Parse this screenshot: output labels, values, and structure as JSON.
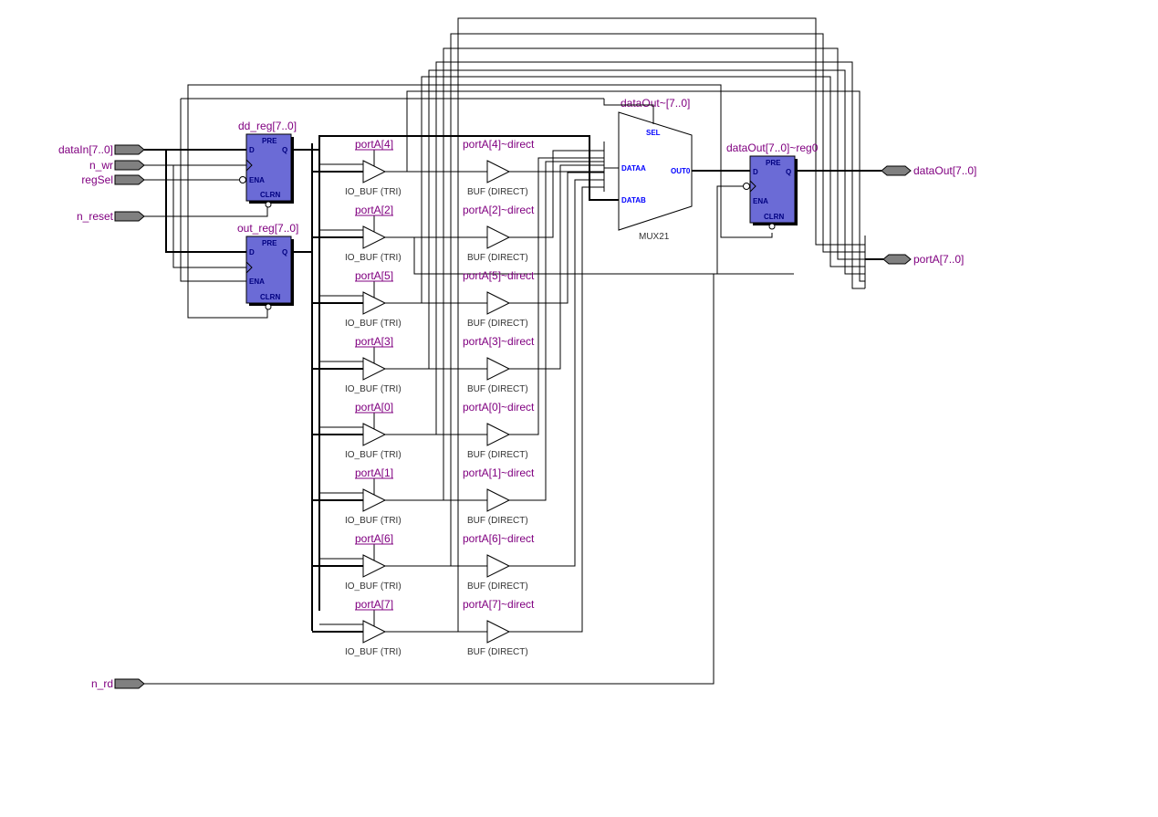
{
  "inputs": {
    "dataIn": "dataIn[7..0]",
    "n_wr": "n_wr",
    "regSel": "regSel",
    "n_reset": "n_reset",
    "n_rd": "n_rd"
  },
  "outputs": {
    "dataOut": "dataOut[7..0]",
    "portA": "portA[7..0]"
  },
  "registers": {
    "dd_reg": {
      "name": "dd_reg[7..0]",
      "pins": {
        "pre": "PRE",
        "d": "D",
        "q": "Q",
        "ena": "ENA",
        "clrn": "CLRN"
      }
    },
    "out_reg": {
      "name": "out_reg[7..0]",
      "pins": {
        "pre": "PRE",
        "d": "D",
        "q": "Q",
        "ena": "ENA",
        "clrn": "CLRN"
      }
    },
    "dataOut_reg": {
      "name": "dataOut[7..0]~reg0",
      "pins": {
        "pre": "PRE",
        "d": "D",
        "q": "Q",
        "ena": "ENA",
        "clrn": "CLRN"
      }
    }
  },
  "mux": {
    "instance": "dataOut~[7..0]",
    "type": "MUX21",
    "pins": {
      "sel": "SEL",
      "dataa": "DATAA",
      "datab": "DATAB",
      "out": "OUT0"
    }
  },
  "io_buffers": [
    {
      "name": "portA[4]",
      "type": "IO_BUF (TRI)",
      "direct_name": "portA[4]~direct",
      "direct_type": "BUF (DIRECT)"
    },
    {
      "name": "portA[2]",
      "type": "IO_BUF (TRI)",
      "direct_name": "portA[2]~direct",
      "direct_type": "BUF (DIRECT)"
    },
    {
      "name": "portA[5]",
      "type": "IO_BUF (TRI)",
      "direct_name": "portA[5]~direct",
      "direct_type": "BUF (DIRECT)"
    },
    {
      "name": "portA[3]",
      "type": "IO_BUF (TRI)",
      "direct_name": "portA[3]~direct",
      "direct_type": "BUF (DIRECT)"
    },
    {
      "name": "portA[0]",
      "type": "IO_BUF (TRI)",
      "direct_name": "portA[0]~direct",
      "direct_type": "BUF (DIRECT)"
    },
    {
      "name": "portA[1]",
      "type": "IO_BUF (TRI)",
      "direct_name": "portA[1]~direct",
      "direct_type": "BUF (DIRECT)"
    },
    {
      "name": "portA[6]",
      "type": "IO_BUF (TRI)",
      "direct_name": "portA[6]~direct",
      "direct_type": "BUF (DIRECT)"
    },
    {
      "name": "portA[7]",
      "type": "IO_BUF (TRI)",
      "direct_name": "portA[7]~direct",
      "direct_type": "BUF (DIRECT)"
    }
  ]
}
